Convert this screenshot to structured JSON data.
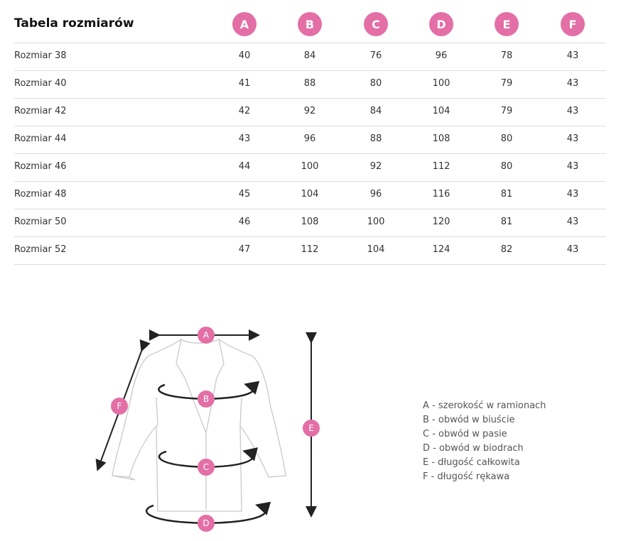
{
  "table": {
    "title": "Tabela rozmiarów",
    "columns": [
      "A",
      "B",
      "C",
      "D",
      "E",
      "F"
    ],
    "rows": [
      {
        "label": "Rozmiar 38",
        "values": [
          "40",
          "84",
          "76",
          "96",
          "78",
          "43"
        ]
      },
      {
        "label": "Rozmiar 40",
        "values": [
          "41",
          "88",
          "80",
          "100",
          "79",
          "43"
        ]
      },
      {
        "label": "Rozmiar 42",
        "values": [
          "42",
          "92",
          "84",
          "104",
          "79",
          "43"
        ]
      },
      {
        "label": "Rozmiar 44",
        "values": [
          "43",
          "96",
          "88",
          "108",
          "80",
          "43"
        ]
      },
      {
        "label": "Rozmiar 46",
        "values": [
          "44",
          "100",
          "92",
          "112",
          "80",
          "43"
        ]
      },
      {
        "label": "Rozmiar 48",
        "values": [
          "45",
          "104",
          "96",
          "116",
          "81",
          "43"
        ]
      },
      {
        "label": "Rozmiar 50",
        "values": [
          "46",
          "108",
          "100",
          "120",
          "81",
          "43"
        ]
      },
      {
        "label": "Rozmiar 52",
        "values": [
          "47",
          "112",
          "104",
          "124",
          "82",
          "43"
        ]
      }
    ]
  },
  "diagram": {
    "markers": {
      "a": "A",
      "b": "B",
      "c": "C",
      "d": "D",
      "e": "E",
      "f": "F"
    }
  },
  "legend": [
    "A - szerokość w ramionach",
    "B - obwód w biuście",
    "C - obwód w pasie",
    "D - obwód w biodrach",
    "E - długość całkowita",
    "F - długość rękawa"
  ],
  "colors": {
    "accent": "#e36fa6",
    "divider": "#dddddd",
    "text": "#333333"
  }
}
